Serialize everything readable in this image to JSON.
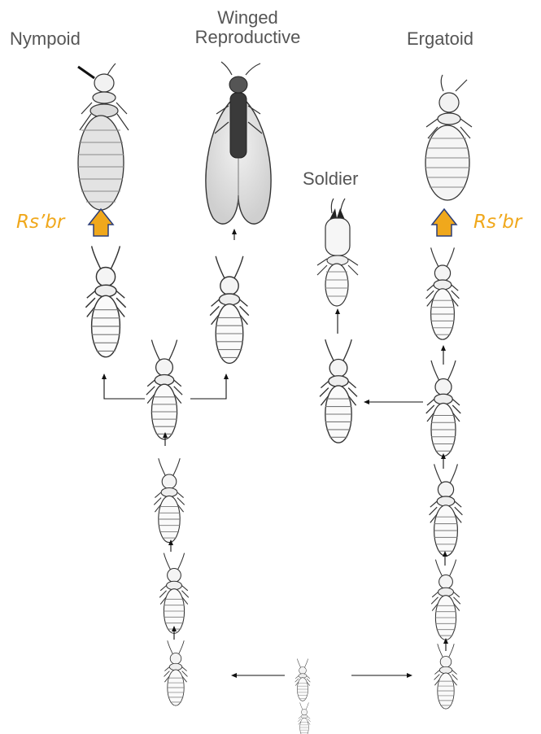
{
  "labels": {
    "nympoid": "Nympoid",
    "winged_line1": "Winged",
    "winged_line2": "Reproductive",
    "ergatoid": "Ergatoid",
    "soldier": "Soldier"
  },
  "gene_labels": {
    "left": "Rs’br",
    "right": "Rs’br"
  },
  "colors": {
    "gene_text": "#f0a81c",
    "gene_arrow_fill": "#f0a81c",
    "gene_arrow_stroke": "#2c3e78",
    "label_text": "#555555",
    "line": "#111111"
  },
  "figures": [
    "nympoid-adult-termite",
    "winged-reproductive-termite",
    "soldier-termite",
    "ergatoid-adult-termite",
    "nymph-termites",
    "worker-termites",
    "larva-termites"
  ]
}
